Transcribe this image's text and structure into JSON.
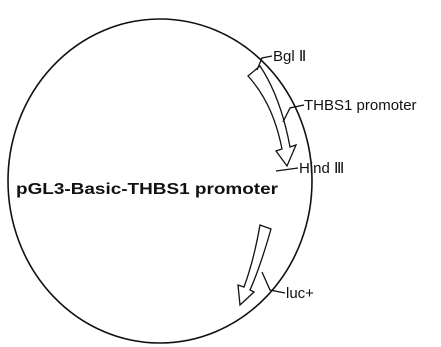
{
  "plasmid": {
    "name": "pGL3-Basic-THBS1 promoter",
    "features": {
      "bgl2": "Bgl Ⅱ",
      "thbs1_promoter": "THBS1 promoter",
      "hind3": "Hind Ⅲ",
      "luc": "luc+"
    }
  },
  "colors": {
    "line": "#111111",
    "background": "#ffffff",
    "arrow_fill": "#ffffff"
  }
}
